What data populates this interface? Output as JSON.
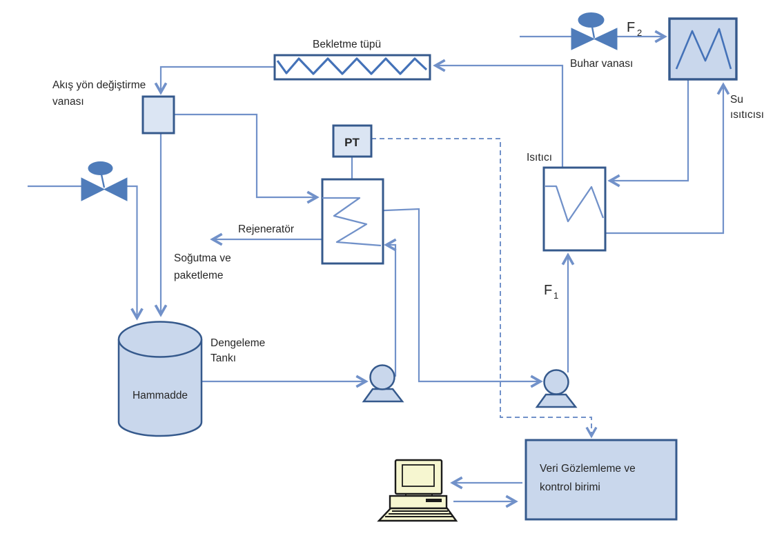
{
  "labels": {
    "holding_tube": "Bekletme tüpü",
    "flow_valve_1": "Akış yön değiştirme",
    "flow_valve_2": "vanası",
    "steam_valve": "Buhar vanası",
    "f2_base": "F",
    "f2_sub": "2",
    "water_heater_1": "Su",
    "water_heater_2": "ısıtıcısı",
    "heater": "Isıtıcı",
    "pt": "PT",
    "regenerator": "Rejeneratör",
    "cooling_1": "Soğutma ve",
    "cooling_2": "paketleme",
    "balance_tank_1": "Dengeleme",
    "balance_tank_2": "Tankı",
    "raw_material": "Hammadde",
    "f1_base": "F",
    "f1_sub": "1",
    "control_unit_1": "Veri Gözlemleme ve",
    "control_unit_2": "kontrol birimi"
  },
  "colors": {
    "line": "#7191c9",
    "border": "#35598c",
    "zigzag": "#4472b8",
    "valve_fill": "#4f7cba",
    "fill_light": "#dbe5f3",
    "fill_mid": "#c9d7ec",
    "computer_fill": "#f6f6d0",
    "text": "#262626"
  }
}
